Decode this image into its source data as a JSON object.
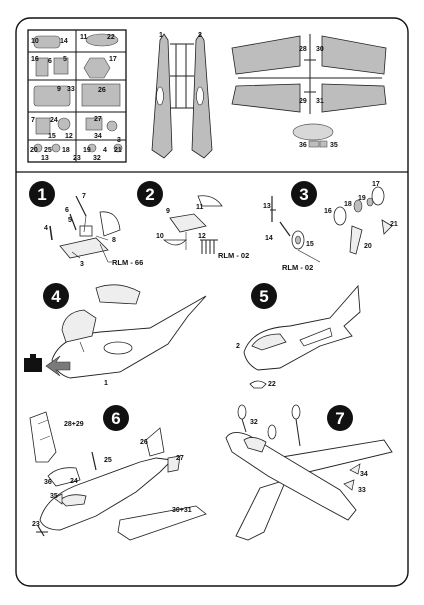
{
  "sprue_parts": {
    "p10": "10",
    "p14": "14",
    "p11": "11",
    "p22": "22",
    "p16": "16",
    "p6": "6",
    "p5": "5",
    "p17": "17",
    "p9": "9",
    "p33": "33",
    "p26": "26",
    "p7": "7",
    "p24": "24",
    "p27": "27",
    "p15": "15",
    "p12": "12",
    "p34": "34",
    "p3": "3",
    "p20": "20",
    "p25": "25",
    "p18": "18",
    "p19": "19",
    "p4": "4",
    "p21": "21",
    "p13": "13",
    "p23": "23",
    "p32": "32"
  },
  "fuselage_parts": {
    "p1": "1",
    "p2": "2"
  },
  "wing_parts": {
    "p28": "28",
    "p30": "30",
    "p29": "29",
    "p31": "31"
  },
  "canopy_parts": {
    "p36": "36",
    "p35": "35"
  },
  "steps": {
    "s1": {
      "number": "1",
      "parts": [
        "7",
        "6",
        "4",
        "5",
        "8",
        "3"
      ],
      "paint": "RLM - 66"
    },
    "s2": {
      "number": "2",
      "parts": [
        "9",
        "11",
        "10",
        "12"
      ],
      "paint": "RLM - 02"
    },
    "s3": {
      "number": "3",
      "parts": [
        "13",
        "14",
        "15",
        "16",
        "18",
        "19",
        "17",
        "21",
        "20"
      ],
      "paint": "RLM - 02"
    },
    "s4": {
      "number": "4",
      "parts": [
        "1"
      ]
    },
    "s5": {
      "number": "5",
      "parts": [
        "2",
        "22"
      ]
    },
    "s6": {
      "number": "6",
      "parts": [
        "28+29",
        "25",
        "26",
        "27",
        "36",
        "24",
        "35",
        "23",
        "30+31"
      ]
    },
    "s7": {
      "number": "7",
      "parts": [
        "32",
        "34",
        "33"
      ]
    }
  },
  "icons": {
    "weight": "weight-icon",
    "arrow": "insert-arrow-icon"
  },
  "colors": {
    "ink": "#111111",
    "plastic": "#bdbdbd",
    "paper": "#ffffff",
    "arrow": "#7a7a7a"
  }
}
